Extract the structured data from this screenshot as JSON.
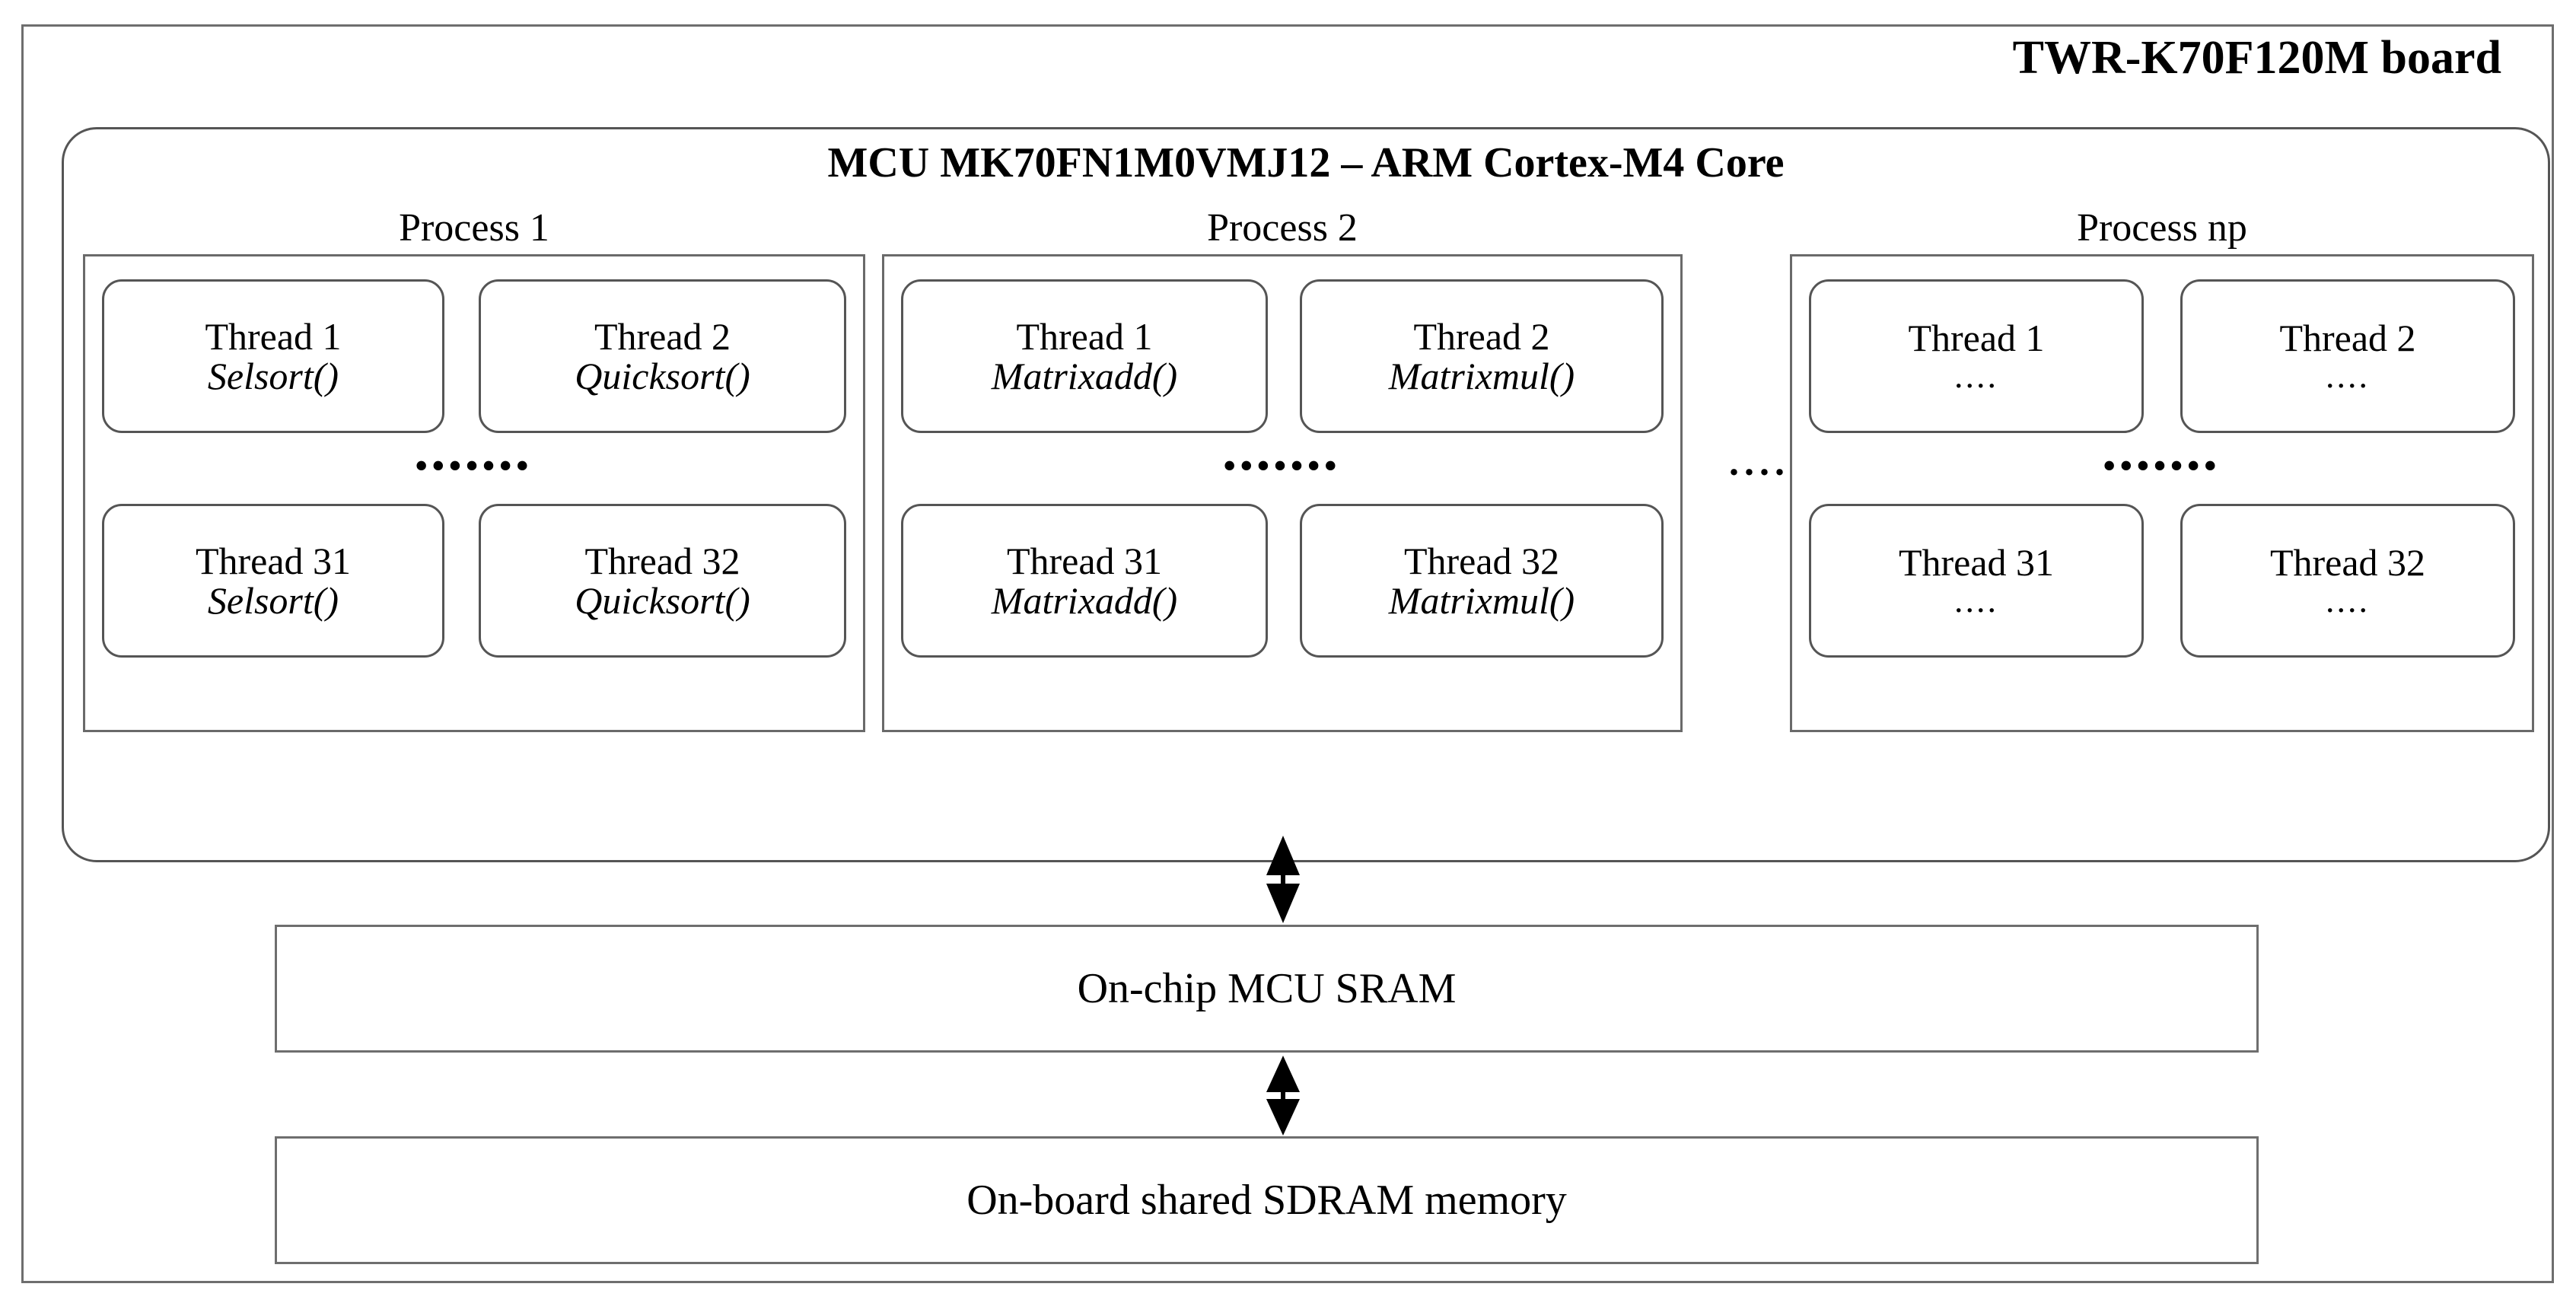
{
  "board": {
    "title": "TWR-K70F120M board"
  },
  "mcu": {
    "title": "MCU MK70FN1M0VMJ12 – ARM Cortex-M4 Core"
  },
  "process_separator": "....",
  "processes": [
    {
      "label": "Process 1",
      "vertical_ellipsis": "•••••••",
      "threads": [
        {
          "name": "Thread 1",
          "func": "Selsort()"
        },
        {
          "name": "Thread 2",
          "func": "Quicksort()"
        },
        {
          "name": "Thread 31",
          "func": "Selsort()"
        },
        {
          "name": "Thread 32",
          "func": "Quicksort()"
        }
      ]
    },
    {
      "label": "Process 2",
      "vertical_ellipsis": "•••••••",
      "threads": [
        {
          "name": "Thread 1",
          "func": "Matrixadd()"
        },
        {
          "name": "Thread 2",
          "func": "Matrixmul()"
        },
        {
          "name": "Thread 31",
          "func": "Matrixadd()"
        },
        {
          "name": "Thread 32",
          "func": "Matrixmul()"
        }
      ]
    },
    {
      "label": "Process np",
      "vertical_ellipsis": "•••••••",
      "threads": [
        {
          "name": "Thread 1",
          "func": "...."
        },
        {
          "name": "Thread 2",
          "func": "...."
        },
        {
          "name": "Thread 31",
          "func": "...."
        },
        {
          "name": "Thread 32",
          "func": "...."
        }
      ]
    }
  ],
  "memories": [
    {
      "label": "On-chip MCU SRAM"
    },
    {
      "label": "On-board shared SDRAM memory"
    }
  ],
  "arrows": [
    {
      "name": "mcu-to-sram-arrow"
    },
    {
      "name": "sram-to-sdram-arrow"
    }
  ],
  "colors": {
    "frame_stroke": "#6e6e6e",
    "box_stroke": "#555555",
    "background": "#ffffff",
    "text": "#000000"
  }
}
